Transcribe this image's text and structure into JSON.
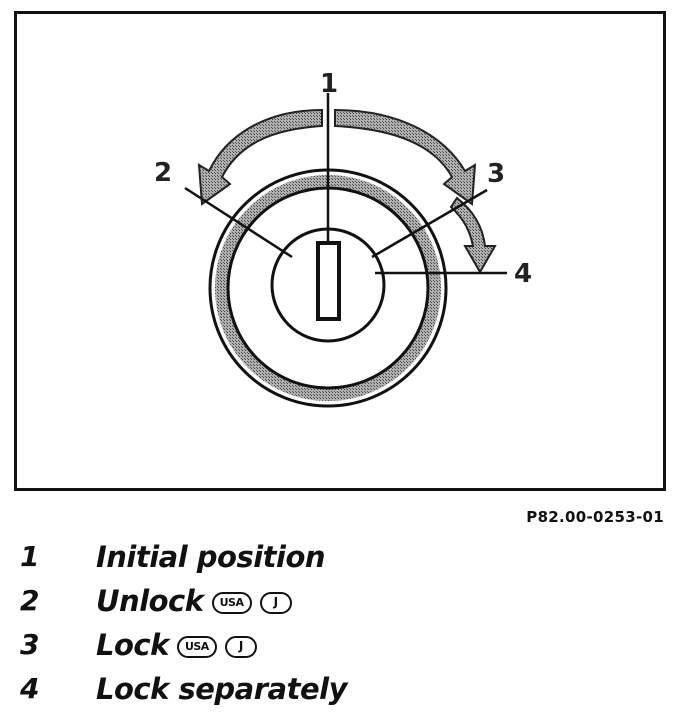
{
  "diagram": {
    "callouts": [
      {
        "number": "1"
      },
      {
        "number": "2"
      },
      {
        "number": "3"
      },
      {
        "number": "4"
      }
    ],
    "reference_code": "P82.00-0253-01",
    "colors": {
      "line": "#111111",
      "arrow": "#8a8a8a",
      "ring": "#8e8e8e"
    }
  },
  "legend": {
    "items": [
      {
        "number": "1",
        "label": "Initial position",
        "badges": []
      },
      {
        "number": "2",
        "label": "Unlock",
        "badges": [
          "USA",
          "J"
        ]
      },
      {
        "number": "3",
        "label": "Lock",
        "badges": [
          "USA",
          "J"
        ]
      },
      {
        "number": "4",
        "label": "Lock separately",
        "badges": []
      }
    ]
  }
}
